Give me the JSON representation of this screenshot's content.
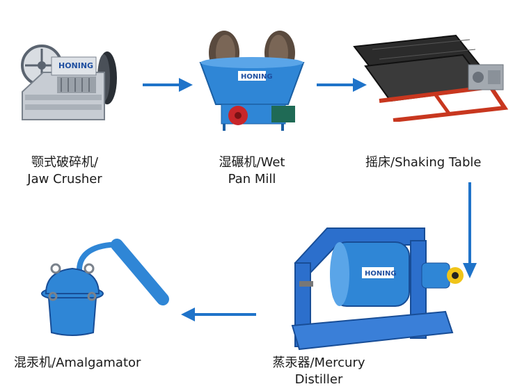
{
  "brand": "HONING",
  "accent_color": "#1f73c9",
  "arrow_color": "#1f73c9",
  "steps": [
    {
      "line1": "颚式破碎机/",
      "line2": "Jaw Crusher"
    },
    {
      "line1": "湿碾机/Wet",
      "line2": "Pan Mill"
    },
    {
      "line1": "摇床/Shaking Table",
      "line2": ""
    },
    {
      "line1": "蒸汞器/Mercury",
      "line2": "Distiller"
    },
    {
      "line1": "混汞机/Amalgamator",
      "line2": ""
    }
  ]
}
